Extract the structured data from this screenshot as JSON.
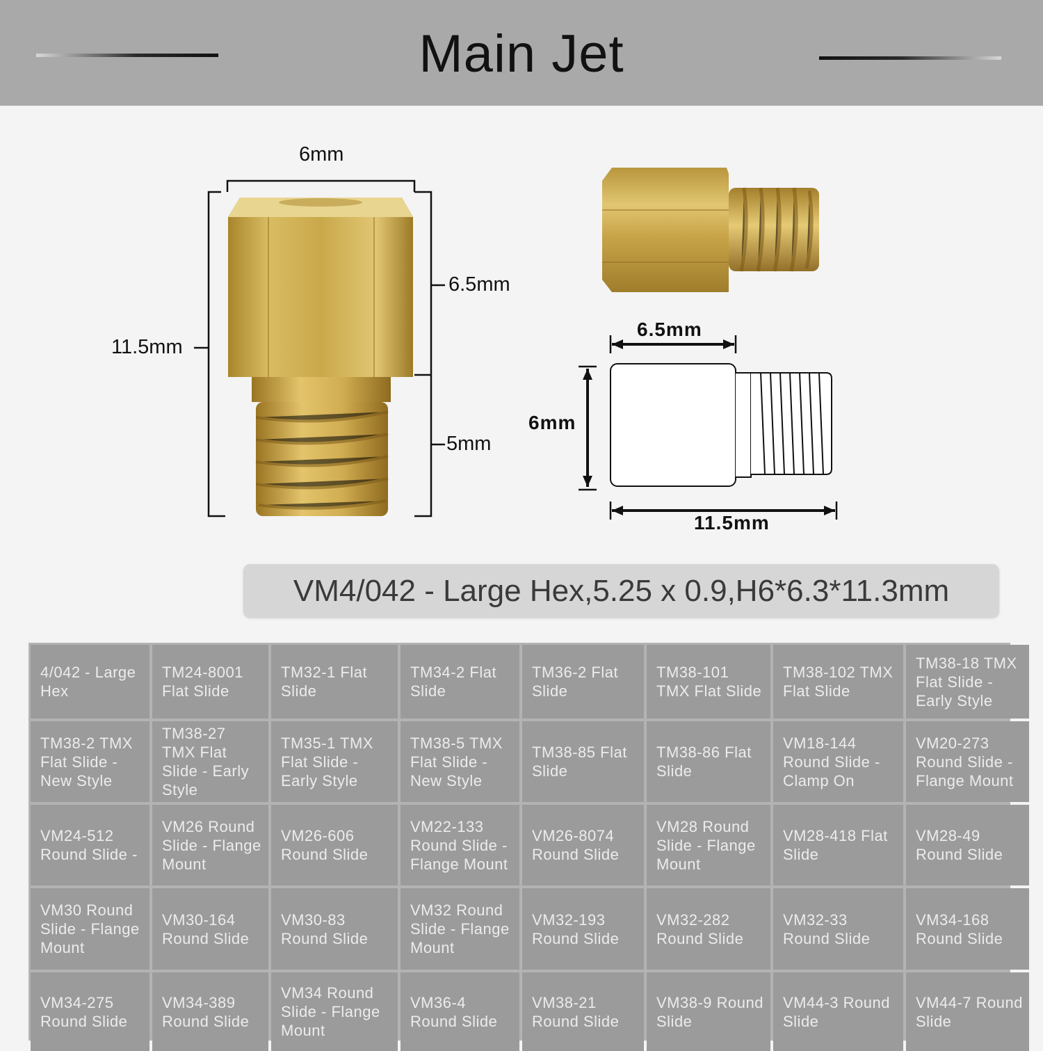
{
  "header": {
    "title": "Main Jet"
  },
  "dimensions": {
    "front_width": "6mm",
    "front_hex_height": "6.5mm",
    "front_total_height": "11.5mm",
    "front_thread_height": "5mm",
    "side_hex_length": "6.5mm",
    "side_height": "6mm",
    "side_total_length": "11.5mm"
  },
  "spec": {
    "text": "VM4/042 - Large Hex,5.25 x 0.9,H6*6.3*11.3mm"
  },
  "models": [
    "4/042 - Large Hex",
    "TM24-8001 Flat Slide",
    "TM32-1 Flat Slide",
    "TM34-2 Flat Slide",
    "TM36-2 Flat Slide",
    "TM38-101 TMX Flat Slide",
    "TM38-102 TMX Flat Slide",
    "TM38-18 TMX Flat Slide - Early Style",
    "TM38-2 TMX Flat Slide - New Style",
    "TM38-27 TMX Flat Slide - Early Style",
    "TM35-1 TMX Flat Slide - Early Style",
    "TM38-5 TMX Flat Slide - New Style",
    "TM38-85 Flat Slide",
    "TM38-86 Flat Slide",
    "VM18-144 Round Slide - Clamp On",
    "VM20-273 Round Slide - Flange Mount",
    "VM24-512 Round Slide -",
    "VM26 Round Slide - Flange Mount",
    "VM26-606 Round Slide",
    "VM22-133 Round Slide - Flange Mount",
    "VM26-8074 Round Slide",
    "VM28 Round Slide - Flange Mount",
    "VM28-418 Flat Slide",
    "VM28-49 Round Slide",
    "VM30 Round Slide - Flange Mount",
    "VM30-164 Round Slide",
    "VM30-83 Round Slide",
    "VM32 Round Slide - Flange Mount",
    "VM32-193 Round Slide",
    "VM32-282 Round Slide",
    "VM32-33 Round Slide",
    "VM34-168 Round Slide",
    "VM34-275 Round Slide",
    "VM34-389 Round Slide",
    "VM34 Round Slide - Flange Mount",
    "VM36-4 Round Slide",
    "VM38-21 Round Slide",
    "VM38-9 Round Slide",
    "VM44-3 Round Slide",
    "VM44-7 Round Slide"
  ],
  "colors": {
    "brass": "#c9a84a",
    "header_bg": "#a9a9a9",
    "cell_bg": "#9b9b9b"
  }
}
